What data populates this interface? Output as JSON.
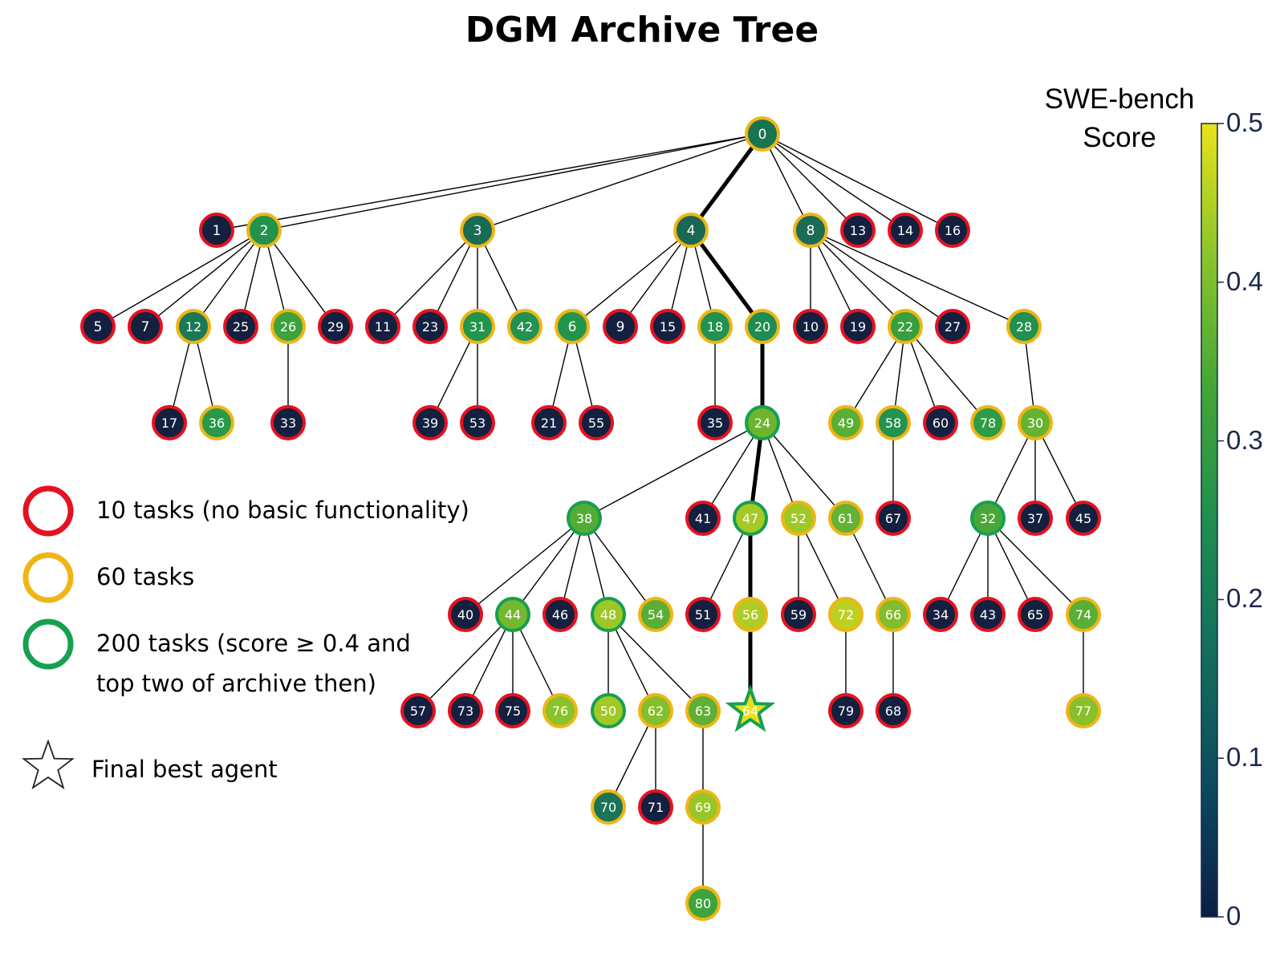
{
  "title": "DGM Archive Tree",
  "colorbar": {
    "title_line1": "SWE-bench",
    "title_line2": "Score",
    "ticks": [
      "0",
      "0.1",
      "0.2",
      "0.3",
      "0.4",
      "0.5"
    ],
    "range": [
      0,
      0.5
    ],
    "colormap": [
      "#0b1e46",
      "#0d4a5e",
      "#136e5c",
      "#1f8f4e",
      "#44a636",
      "#8ac42a",
      "#e8e21a"
    ]
  },
  "legend": {
    "red": "10 tasks (no basic functionality)",
    "orange": "60 tasks",
    "green_line1": "200 tasks (score ≥ 0.4 and",
    "green_line2": "top two of archive then)",
    "star": "Final best agent"
  },
  "ring_colors": {
    "red": "#e5121f",
    "orange": "#f0b515",
    "green": "#16a050"
  },
  "highlighted_path": [
    "0",
    "4",
    "20",
    "24",
    "47",
    "56",
    "64"
  ],
  "final_best": "64",
  "nodes": [
    {
      "id": "0",
      "parent": null,
      "level": "orange",
      "fill": "#17754f"
    },
    {
      "id": "1",
      "parent": "0",
      "level": "red",
      "fill": "#14203f"
    },
    {
      "id": "2",
      "parent": "0",
      "level": "orange",
      "fill": "#22924d"
    },
    {
      "id": "3",
      "parent": "0",
      "level": "orange",
      "fill": "#196c54"
    },
    {
      "id": "4",
      "parent": "0",
      "level": "orange",
      "fill": "#1a6753"
    },
    {
      "id": "8",
      "parent": "0",
      "level": "orange",
      "fill": "#1b6b55"
    },
    {
      "id": "13",
      "parent": "0",
      "level": "red",
      "fill": "#14203f"
    },
    {
      "id": "14",
      "parent": "0",
      "level": "red",
      "fill": "#14203f"
    },
    {
      "id": "16",
      "parent": "0",
      "level": "red",
      "fill": "#14203f"
    },
    {
      "id": "5",
      "parent": "2",
      "level": "red",
      "fill": "#14203f"
    },
    {
      "id": "7",
      "parent": "2",
      "level": "red",
      "fill": "#14203f"
    },
    {
      "id": "12",
      "parent": "2",
      "level": "orange",
      "fill": "#1a7a56"
    },
    {
      "id": "25",
      "parent": "2",
      "level": "red",
      "fill": "#14203f"
    },
    {
      "id": "26",
      "parent": "2",
      "level": "orange",
      "fill": "#3ba23c"
    },
    {
      "id": "29",
      "parent": "2",
      "level": "red",
      "fill": "#14203f"
    },
    {
      "id": "11",
      "parent": "3",
      "level": "red",
      "fill": "#14203f"
    },
    {
      "id": "23",
      "parent": "3",
      "level": "red",
      "fill": "#14203f"
    },
    {
      "id": "31",
      "parent": "3",
      "level": "orange",
      "fill": "#23944c"
    },
    {
      "id": "42",
      "parent": "3",
      "level": "orange",
      "fill": "#229250"
    },
    {
      "id": "6",
      "parent": "4",
      "level": "orange",
      "fill": "#23944c"
    },
    {
      "id": "9",
      "parent": "4",
      "level": "red",
      "fill": "#14203f"
    },
    {
      "id": "15",
      "parent": "4",
      "level": "red",
      "fill": "#14203f"
    },
    {
      "id": "18",
      "parent": "4",
      "level": "orange",
      "fill": "#22924e"
    },
    {
      "id": "20",
      "parent": "4",
      "level": "orange",
      "fill": "#1f8c52"
    },
    {
      "id": "10",
      "parent": "8",
      "level": "red",
      "fill": "#14203f"
    },
    {
      "id": "19",
      "parent": "8",
      "level": "red",
      "fill": "#14203f"
    },
    {
      "id": "22",
      "parent": "8",
      "level": "orange",
      "fill": "#36a03e"
    },
    {
      "id": "27",
      "parent": "8",
      "level": "red",
      "fill": "#14203f"
    },
    {
      "id": "28",
      "parent": "8",
      "level": "orange",
      "fill": "#22904f"
    },
    {
      "id": "17",
      "parent": "12",
      "level": "red",
      "fill": "#14203f"
    },
    {
      "id": "36",
      "parent": "12",
      "level": "orange",
      "fill": "#29994a"
    },
    {
      "id": "33",
      "parent": "26",
      "level": "red",
      "fill": "#14203f"
    },
    {
      "id": "39",
      "parent": "31",
      "level": "red",
      "fill": "#14203f"
    },
    {
      "id": "53",
      "parent": "31",
      "level": "red",
      "fill": "#14203f"
    },
    {
      "id": "21",
      "parent": "6",
      "level": "red",
      "fill": "#14203f"
    },
    {
      "id": "55",
      "parent": "6",
      "level": "red",
      "fill": "#14203f"
    },
    {
      "id": "35",
      "parent": "18",
      "level": "red",
      "fill": "#14203f"
    },
    {
      "id": "24",
      "parent": "20",
      "level": "green",
      "fill": "#6db52e"
    },
    {
      "id": "49",
      "parent": "22",
      "level": "orange",
      "fill": "#59ae35"
    },
    {
      "id": "58",
      "parent": "22",
      "level": "orange",
      "fill": "#22924f"
    },
    {
      "id": "60",
      "parent": "22",
      "level": "red",
      "fill": "#14203f"
    },
    {
      "id": "78",
      "parent": "22",
      "level": "orange",
      "fill": "#2e9c46"
    },
    {
      "id": "30",
      "parent": "28",
      "level": "orange",
      "fill": "#66b331"
    },
    {
      "id": "38",
      "parent": "24",
      "level": "green",
      "fill": "#54ac36"
    },
    {
      "id": "41",
      "parent": "24",
      "level": "red",
      "fill": "#14203f"
    },
    {
      "id": "47",
      "parent": "24",
      "level": "green",
      "fill": "#a5ca25"
    },
    {
      "id": "52",
      "parent": "24",
      "level": "orange",
      "fill": "#9ec826"
    },
    {
      "id": "61",
      "parent": "24",
      "level": "orange",
      "fill": "#64b233"
    },
    {
      "id": "67",
      "parent": "58",
      "level": "red",
      "fill": "#14203f"
    },
    {
      "id": "32",
      "parent": "30",
      "level": "green",
      "fill": "#49a739"
    },
    {
      "id": "37",
      "parent": "30",
      "level": "red",
      "fill": "#14203f"
    },
    {
      "id": "45",
      "parent": "30",
      "level": "red",
      "fill": "#14203f"
    },
    {
      "id": "40",
      "parent": "38",
      "level": "red",
      "fill": "#14203f"
    },
    {
      "id": "44",
      "parent": "38",
      "level": "green",
      "fill": "#74b830"
    },
    {
      "id": "46",
      "parent": "38",
      "level": "red",
      "fill": "#14203f"
    },
    {
      "id": "48",
      "parent": "38",
      "level": "green",
      "fill": "#9cc726"
    },
    {
      "id": "54",
      "parent": "38",
      "level": "orange",
      "fill": "#5bae35"
    },
    {
      "id": "51",
      "parent": "47",
      "level": "red",
      "fill": "#14203f"
    },
    {
      "id": "56",
      "parent": "47",
      "level": "orange",
      "fill": "#aecd24"
    },
    {
      "id": "59",
      "parent": "52",
      "level": "red",
      "fill": "#14203f"
    },
    {
      "id": "72",
      "parent": "52",
      "level": "orange",
      "fill": "#bdd220"
    },
    {
      "id": "66",
      "parent": "61",
      "level": "orange",
      "fill": "#82bd2c"
    },
    {
      "id": "34",
      "parent": "32",
      "level": "red",
      "fill": "#14203f"
    },
    {
      "id": "43",
      "parent": "32",
      "level": "red",
      "fill": "#14203f"
    },
    {
      "id": "65",
      "parent": "32",
      "level": "red",
      "fill": "#14203f"
    },
    {
      "id": "74",
      "parent": "32",
      "level": "orange",
      "fill": "#5bae35"
    },
    {
      "id": "57",
      "parent": "44",
      "level": "red",
      "fill": "#14203f"
    },
    {
      "id": "73",
      "parent": "44",
      "level": "red",
      "fill": "#14203f"
    },
    {
      "id": "75",
      "parent": "44",
      "level": "red",
      "fill": "#14203f"
    },
    {
      "id": "76",
      "parent": "44",
      "level": "orange",
      "fill": "#8bc12a"
    },
    {
      "id": "50",
      "parent": "48",
      "level": "green",
      "fill": "#a0c925"
    },
    {
      "id": "62",
      "parent": "48",
      "level": "orange",
      "fill": "#84be2b"
    },
    {
      "id": "63",
      "parent": "48",
      "level": "orange",
      "fill": "#5fb034"
    },
    {
      "id": "64",
      "parent": "56",
      "level": "green",
      "fill": "#eadf1a"
    },
    {
      "id": "79",
      "parent": "72",
      "level": "red",
      "fill": "#14203f"
    },
    {
      "id": "68",
      "parent": "66",
      "level": "red",
      "fill": "#14203f"
    },
    {
      "id": "77",
      "parent": "74",
      "level": "orange",
      "fill": "#88c02b"
    },
    {
      "id": "70",
      "parent": "62",
      "level": "orange",
      "fill": "#1a7455"
    },
    {
      "id": "71",
      "parent": "62",
      "level": "red",
      "fill": "#14203f"
    },
    {
      "id": "69",
      "parent": "63",
      "level": "orange",
      "fill": "#99c527"
    },
    {
      "id": "80",
      "parent": "69",
      "level": "orange",
      "fill": "#3ea33c"
    }
  ]
}
